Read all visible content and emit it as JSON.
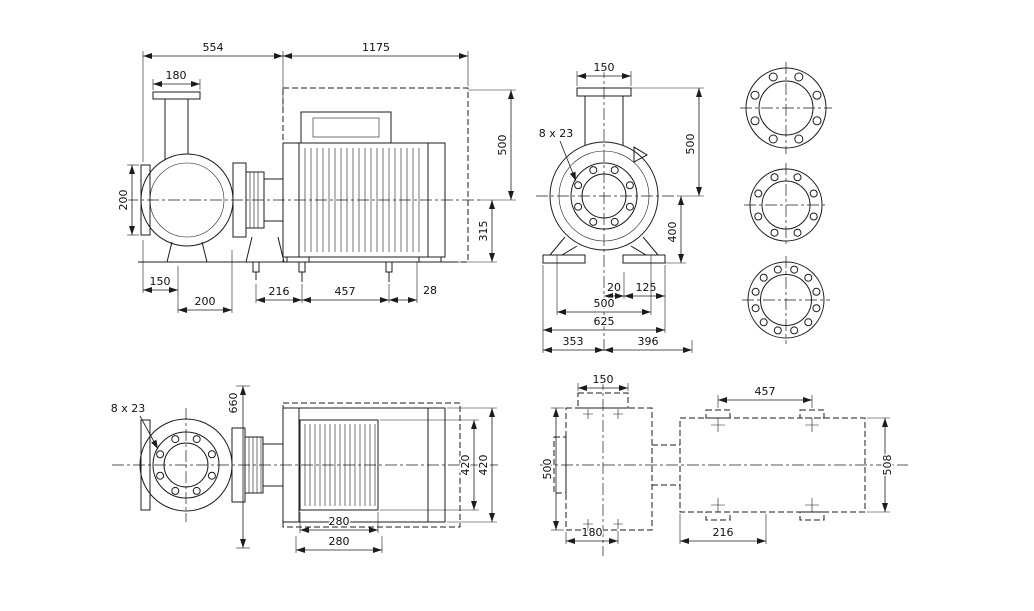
{
  "page": {
    "background": "#ffffff",
    "line_color": "#1c1c1c",
    "type": "pump-dimensional-drawing"
  },
  "views": {
    "side": {
      "label": "side-elevation",
      "dims": {
        "pump_length": "554",
        "motor_length": "1175",
        "discharge_flange_width": "180",
        "suction_flange_dia": "200",
        "foot_front_offset": "150",
        "foot_length": "200",
        "anchor_offset": "216",
        "anchor_spacing": "457",
        "anchor_overhang": "28",
        "height_above_centerline": "500",
        "centerline_height": "315"
      }
    },
    "end": {
      "label": "end-view",
      "dims": {
        "discharge_flange_width": "150",
        "bolt_holes": "8 x 23",
        "flange_height": "500",
        "base_depth": "400",
        "foot_hole_offset": "20",
        "foot_hole_spacing": "125",
        "foot_bolt_span": "500",
        "base_width": "625",
        "width_left": "353",
        "width_right": "396"
      }
    },
    "flanges": {
      "label": "flange-faces"
    },
    "plan": {
      "label": "plan-view",
      "dims": {
        "bolt_holes": "8 x 23",
        "overall_width": "660",
        "motor_core_width": "420",
        "motor_body_width": "420",
        "core_length": "280",
        "foot_spacing": "280"
      }
    },
    "baseplate": {
      "label": "baseplate-plan",
      "dims": {
        "flange_width": "150",
        "anchor_spacing": "457",
        "pump_block_width": "500",
        "motor_block_width": "508",
        "pump_foot_length": "180",
        "motor_foot_offset": "216"
      }
    }
  }
}
